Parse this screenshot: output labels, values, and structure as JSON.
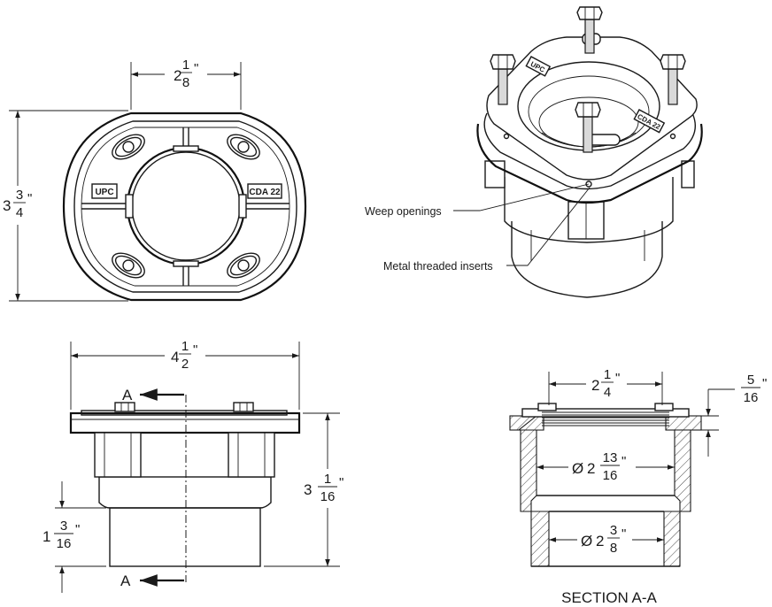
{
  "top_view": {
    "width_dim": {
      "whole": "2",
      "num": "1",
      "den": "8",
      "unit": "\""
    },
    "height_dim": {
      "whole": "3",
      "num": "3",
      "den": "4",
      "unit": "\""
    },
    "tag_left": "UPC",
    "tag_right": "CDA 22"
  },
  "iso_view": {
    "tag_left": "UPC",
    "tag_right": "CDA 22",
    "callout_weep": "Weep openings",
    "callout_inserts": "Metal threaded inserts"
  },
  "front_view": {
    "width_dim": {
      "whole": "4",
      "num": "1",
      "den": "2",
      "unit": "\""
    },
    "height_dim": {
      "whole": "3",
      "num": "1",
      "den": "16",
      "unit": "\""
    },
    "outlet_dim": {
      "whole": "1",
      "num": "3",
      "den": "16",
      "unit": "\""
    },
    "section_marker_top": "A",
    "section_marker_bottom": "A"
  },
  "section_view": {
    "title": "SECTION A-A",
    "top_dim": {
      "whole": "2",
      "num": "1",
      "den": "4",
      "unit": "\""
    },
    "flange_dim": {
      "whole": "",
      "num": "5",
      "den": "16",
      "unit": "\""
    },
    "bore_dim": {
      "prefix": "Ø",
      "whole": "2",
      "num": "13",
      "den": "16",
      "unit": "\""
    },
    "outlet_bore_dim": {
      "prefix": "Ø",
      "whole": "2",
      "num": "3",
      "den": "8",
      "unit": "\""
    }
  }
}
